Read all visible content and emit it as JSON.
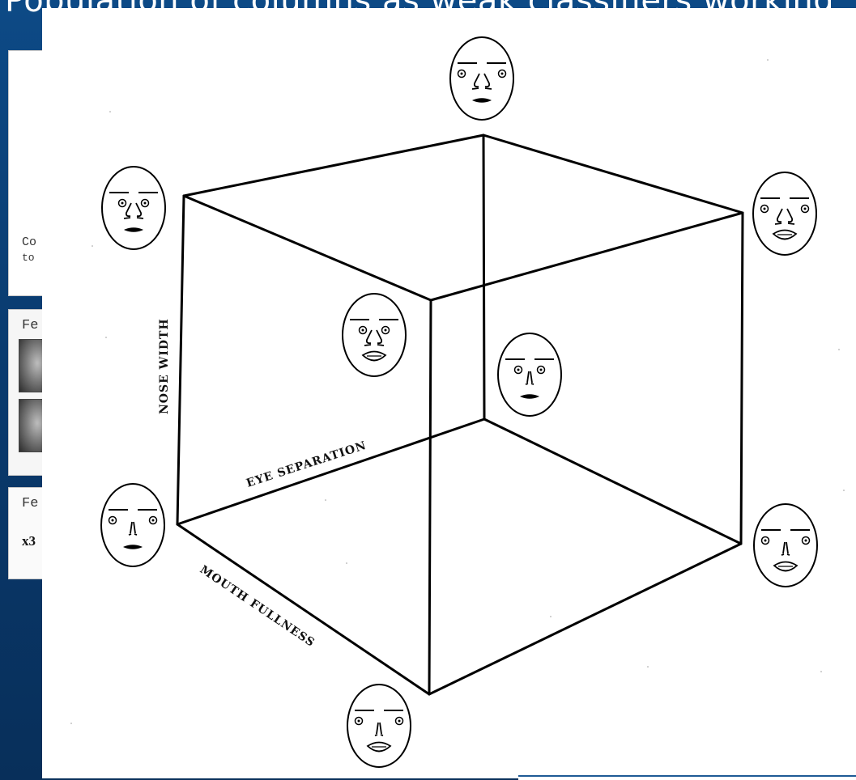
{
  "slide": {
    "title": "Population of columns as weak classifiers working"
  },
  "background_panels": {
    "panel1_line1": "Co",
    "panel1_line2": "to",
    "panel2_heading": "Fe",
    "panel3_heading": "Fe",
    "panel3_value": "x3"
  },
  "figure": {
    "axis_labels": {
      "nose_width": "NOSE WIDTH",
      "eye_separation": "EYE SEPARATION",
      "mouth_fullness": "MOUTH FULLNESS"
    }
  },
  "colors": {
    "slide_background": "#0b3a6e",
    "figure_background": "#ffffff",
    "line_color": "#000000"
  }
}
